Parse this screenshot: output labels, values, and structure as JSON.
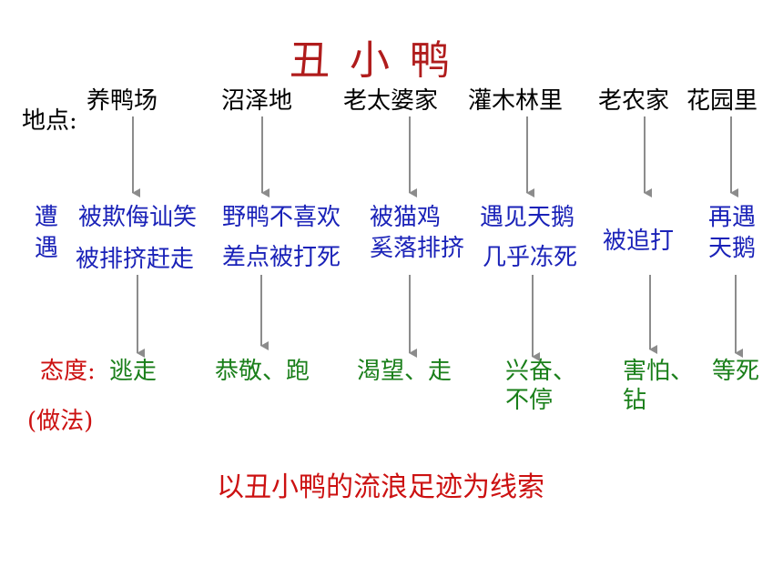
{
  "title": "丑 小 鸭",
  "labels": {
    "place": "地点:",
    "encounter_1": "遭",
    "encounter_2": "遇",
    "attitude": "态度:",
    "method": "(做法)"
  },
  "places": [
    "养鸭场",
    "沼泽地",
    "老太婆家",
    "灌木林里",
    "老农家",
    "花园里"
  ],
  "encounters": [
    [
      "被欺侮讪笑",
      "被排挤赶走"
    ],
    [
      "野鸭不喜欢",
      "差点被打死"
    ],
    [
      "被猫鸡",
      "奚落排挤"
    ],
    [
      "遇见天鹅",
      "几乎冻死"
    ],
    [
      "被追打"
    ],
    [
      "再遇",
      "天鹅"
    ]
  ],
  "attitudes": [
    [
      "逃走"
    ],
    [
      "恭敬、跑"
    ],
    [
      "渴望、走"
    ],
    [
      "兴奋、",
      "不停"
    ],
    [
      "害怕、",
      "钻"
    ],
    [
      "等死"
    ]
  ],
  "summary": "以丑小鸭的流浪足迹为线索",
  "colors": {
    "title": "#b01c1c",
    "encounter": "#1a22b8",
    "attitude": "#1a7f1a",
    "accent": "#cc1111",
    "arrow": "#8c8c8c"
  }
}
